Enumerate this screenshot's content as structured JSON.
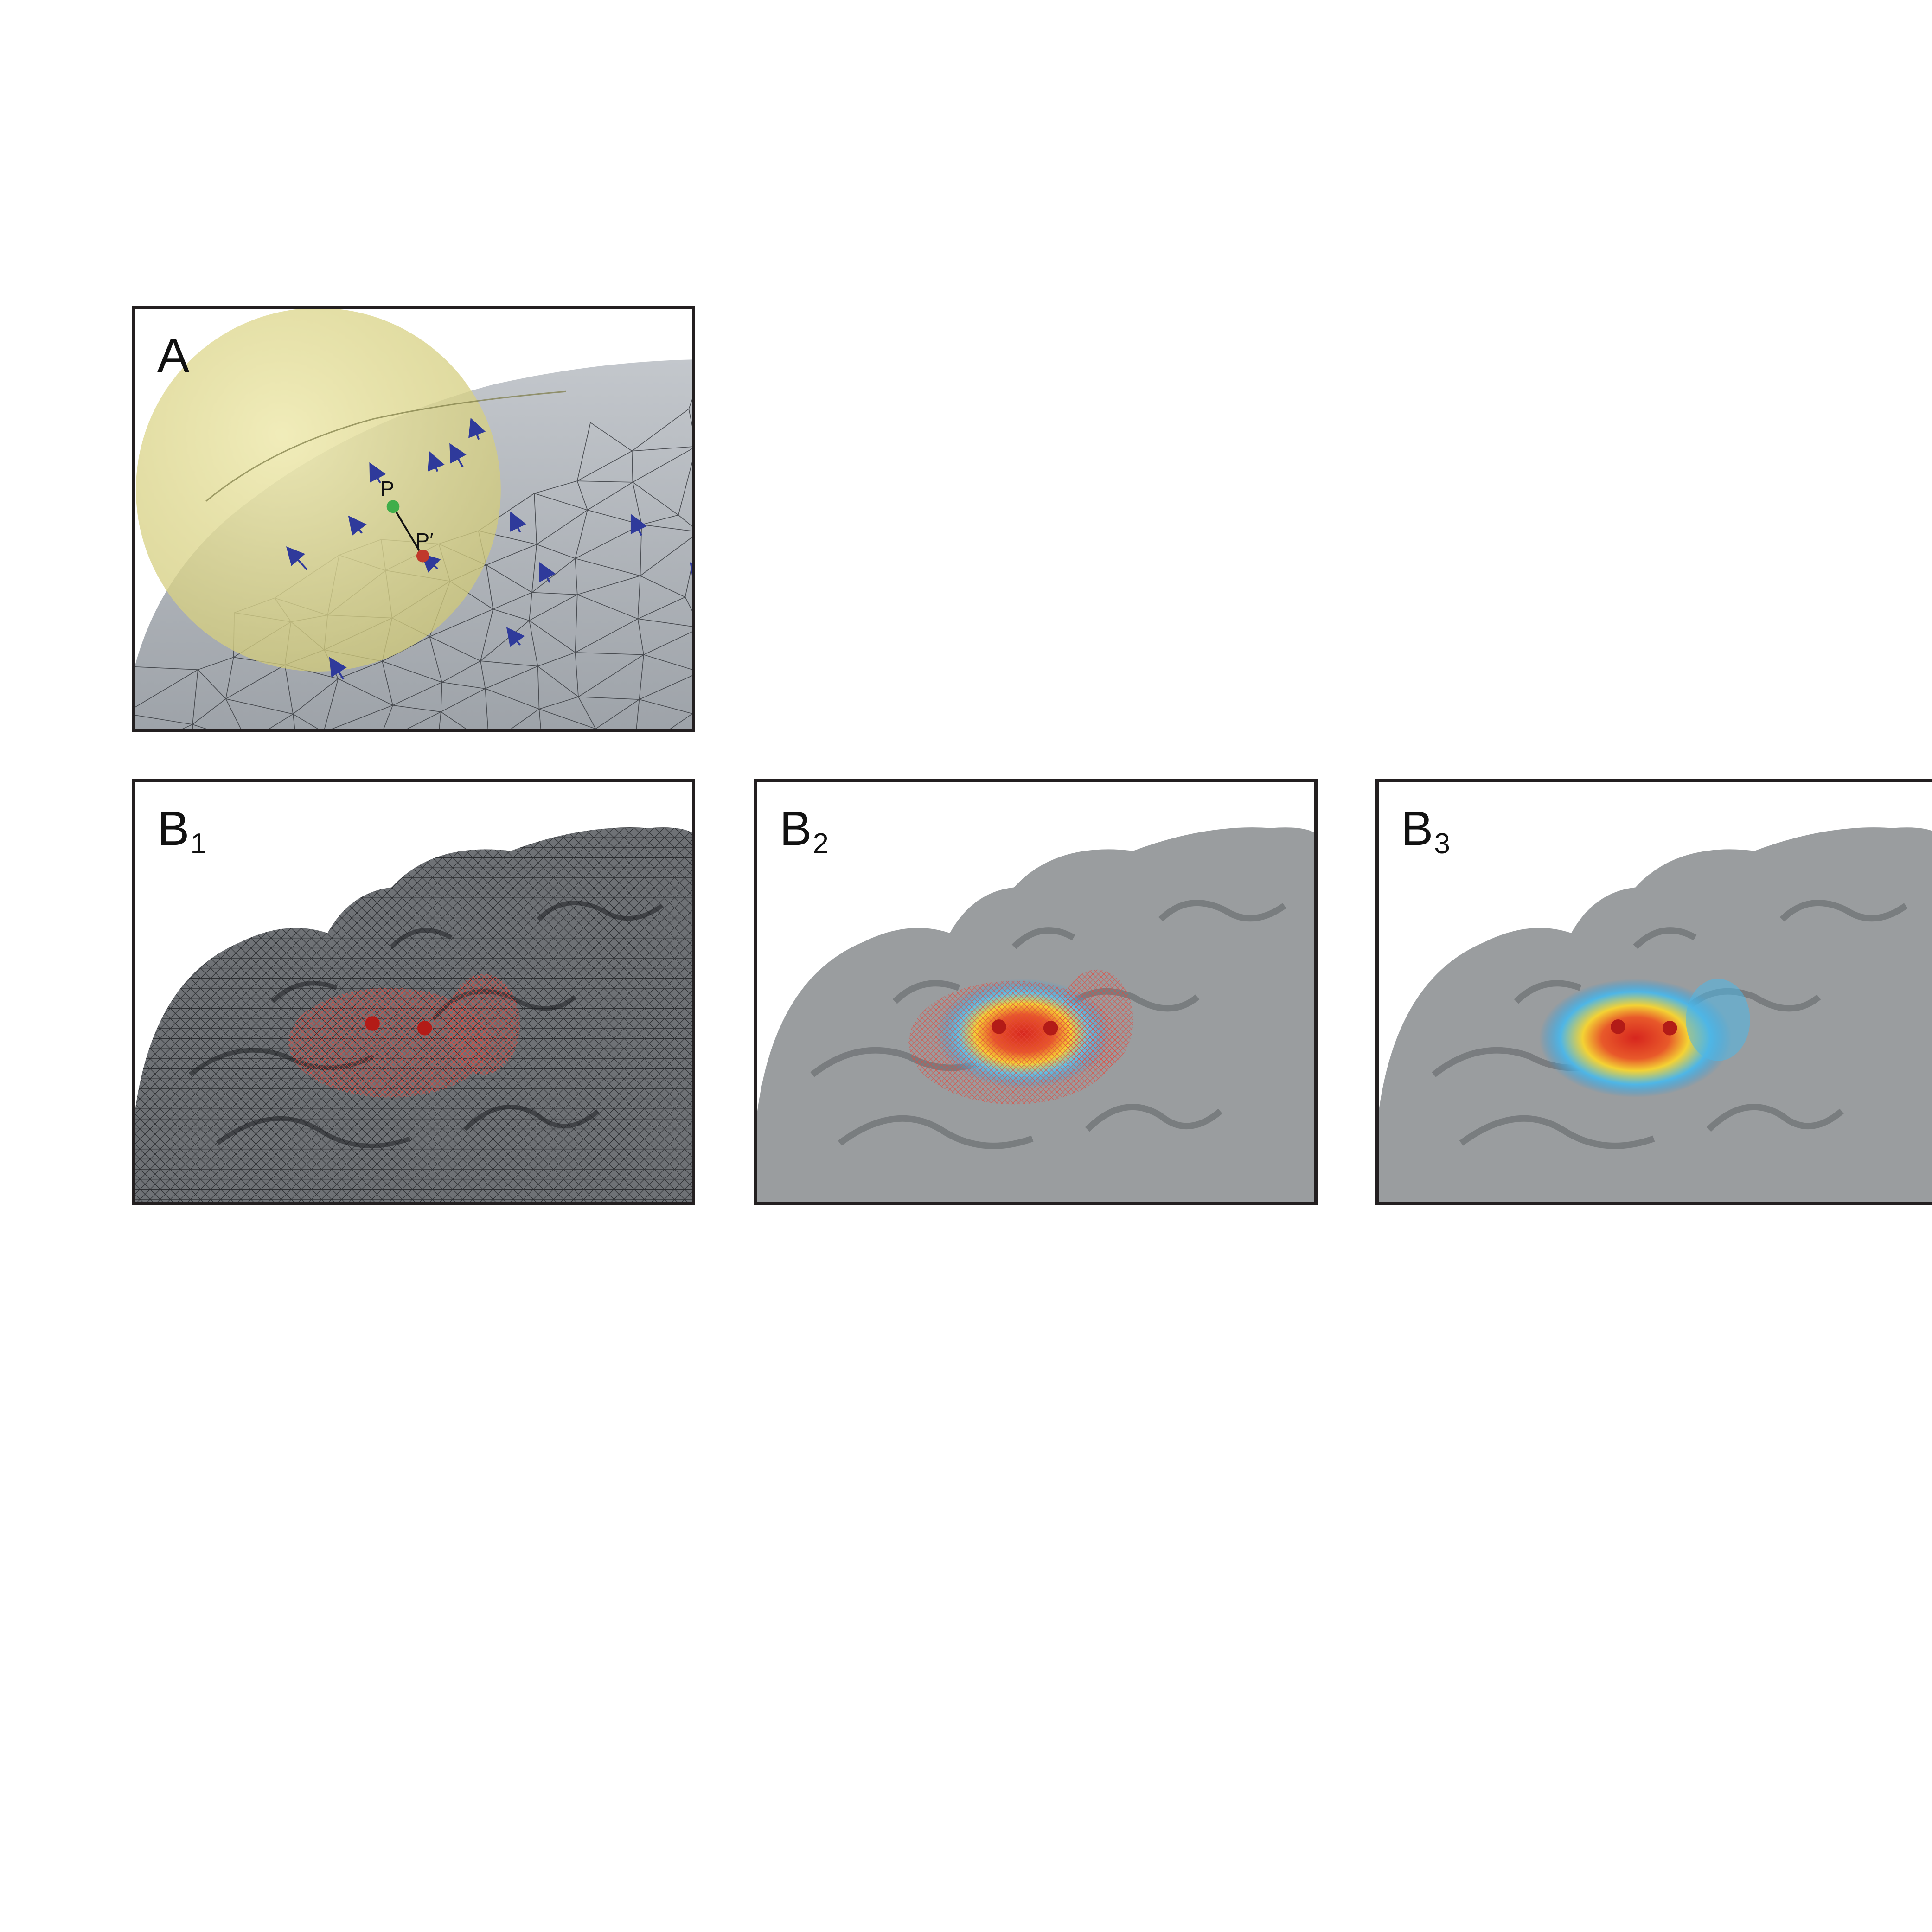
{
  "panels": {
    "a": {
      "label": "A",
      "points": {
        "p": "P",
        "p_prime": "P′"
      }
    },
    "b1": {
      "label": "B",
      "subscript": "1"
    },
    "b2": {
      "label": "B",
      "subscript": "2"
    },
    "b3": {
      "label": "B",
      "subscript": "3"
    }
  },
  "colors": {
    "frame": "#231f20",
    "mesh_surface": "#a9aeb4",
    "mesh_lines": "#3a3d42",
    "sphere": "#e2dd8c",
    "normal_arrows": "#2f3a9b",
    "point_p": "#3fae49",
    "point_p_prime": "#c0392b",
    "brain_surface": "#9a9d9f",
    "heat_center": "#d7261e",
    "heat_mid": "#f4d234",
    "heat_outer": "#2c9be0"
  }
}
